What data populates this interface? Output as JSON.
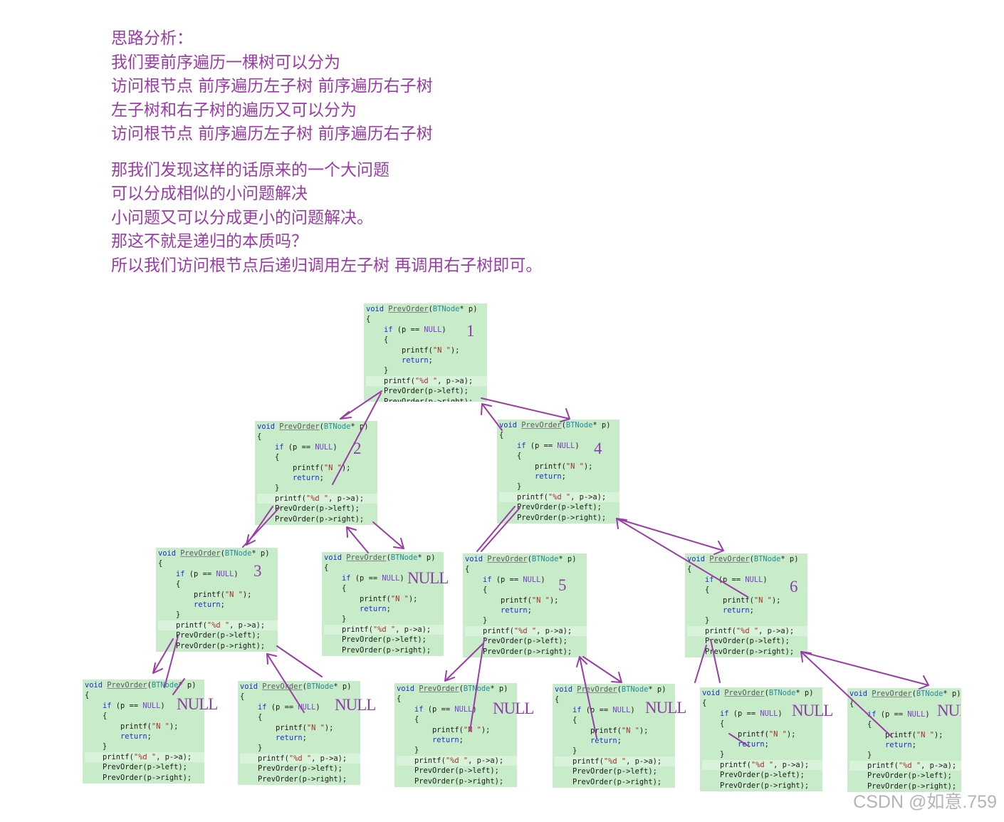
{
  "intro": {
    "lines1": [
      "思路分析：",
      "我们要前序遍历一棵树可以分为",
      "访问根节点  前序遍历左子树  前序遍历右子树",
      "左子树和右子树的遍历又可以分为",
      "访问根节点  前序遍历左子树  前序遍历右子树"
    ],
    "lines2": [
      "那我们发现这样的话原来的一个大问题",
      "可以分成相似的小问题解决",
      "小问题又可以分成更小的问题解决。",
      "那这不就是递归的本质吗？",
      "所以我们访问根节点后递归调用左子树  再调用右子树即可。"
    ]
  },
  "code": {
    "sig_void": "void",
    "sig_name": "PrevOrder",
    "sig_type": "BTNode",
    "sig_rest": "* p)",
    "open_brace": "{",
    "if_kw": "if",
    "if_cond": " (p == ",
    "null_kw": "NULL",
    "printf_n": "printf(",
    "str_n": "\"N \"",
    "printf_end": ");",
    "return_kw": "return",
    "close_brace": "}",
    "printf_d": "printf(",
    "str_d": "\"%d \"",
    "printf_d_rest": ", p->a);",
    "call_left": "PrevOrder(p->left);",
    "call_right": "PrevOrder(p->right);"
  },
  "labels": {
    "n1": "1",
    "n2": "2",
    "n3": "3",
    "n4": "4",
    "n5": "5",
    "n6": "6",
    "null": "NULL"
  },
  "watermark": "CSDN @如意.759",
  "colors": {
    "box": "#c8ecca",
    "ink": "#9b3ba8",
    "text": "#9b3ba8"
  }
}
